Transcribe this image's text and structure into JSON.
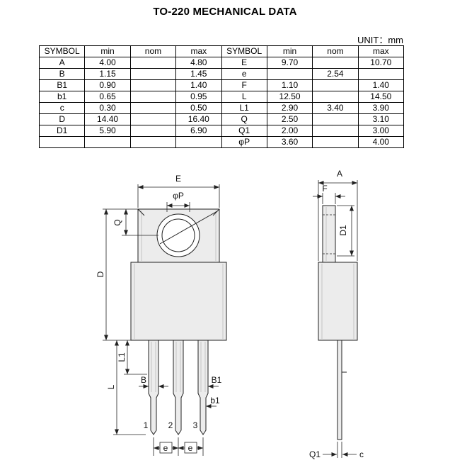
{
  "title": "TO-220 MECHANICAL DATA",
  "unit_label": "UNIT：mm",
  "table": {
    "headers": [
      "SYMBOL",
      "min",
      "nom",
      "max",
      "SYMBOL",
      "min",
      "nom",
      "max"
    ],
    "rows": [
      [
        "A",
        "4.00",
        "",
        "4.80",
        "E",
        "9.70",
        "",
        "10.70"
      ],
      [
        "B",
        "1.15",
        "",
        "1.45",
        "e",
        "",
        "2.54",
        ""
      ],
      [
        "B1",
        "0.90",
        "",
        "1.40",
        "F",
        "1.10",
        "",
        "1.40"
      ],
      [
        "b1",
        "0.65",
        "",
        "0.95",
        "L",
        "12.50",
        "",
        "14.50"
      ],
      [
        "c",
        "0.30",
        "",
        "0.50",
        "L1",
        "2.90",
        "3.40",
        "3.90"
      ],
      [
        "D",
        "14.40",
        "",
        "16.40",
        "Q",
        "2.50",
        "",
        "3.10"
      ],
      [
        "D1",
        "5.90",
        "",
        "6.90",
        "Q1",
        "2.00",
        "",
        "3.00"
      ],
      [
        "",
        "",
        "",
        "",
        "φP",
        "3.60",
        "",
        "4.00"
      ]
    ]
  },
  "drawing": {
    "labels": {
      "E": "E",
      "phiP": "φP",
      "Q": "Q",
      "D": "D",
      "L": "L",
      "L1": "L1",
      "B": "B",
      "B1": "B1",
      "b1": "b1",
      "e1": "e",
      "e2": "e",
      "pin1": "1",
      "pin2": "2",
      "pin3": "3",
      "A": "A",
      "F": "F",
      "D1": "D1",
      "Q1": "Q1",
      "c": "c"
    }
  }
}
